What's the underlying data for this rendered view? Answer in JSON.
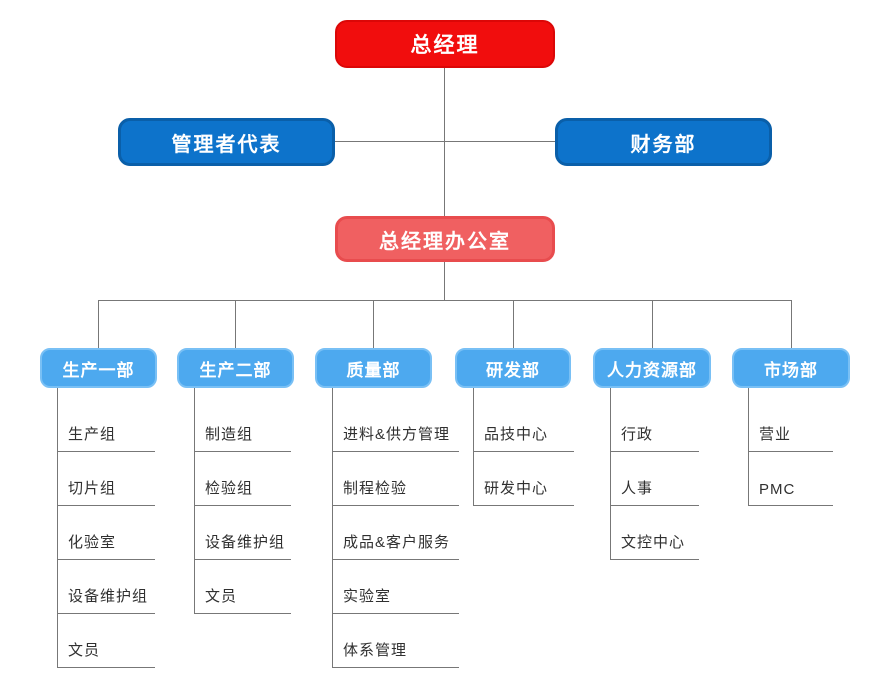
{
  "org": {
    "root": {
      "label": "总经理"
    },
    "management_rep": {
      "label": "管理者代表"
    },
    "finance": {
      "label": "财务部"
    },
    "office": {
      "label": "总经理办公室"
    },
    "departments": [
      {
        "label": "生产一部",
        "items": [
          "生产组",
          "切片组",
          "化验室",
          "设备维护组",
          "文员"
        ]
      },
      {
        "label": "生产二部",
        "items": [
          "制造组",
          "检验组",
          "设备维护组",
          "文员"
        ]
      },
      {
        "label": "质量部",
        "items": [
          "进料&供方管理",
          "制程检验",
          "成品&客户服务",
          "实验室",
          "体系管理"
        ]
      },
      {
        "label": "研发部",
        "items": [
          "品技中心",
          "研发中心"
        ]
      },
      {
        "label": "人力资源部",
        "items": [
          "行政",
          "人事",
          "文控中心"
        ]
      },
      {
        "label": "市场部",
        "items": [
          "营业",
          "PMC"
        ]
      }
    ]
  },
  "colors": {
    "root_bg": "#F10D0D",
    "root_border": "#DB0707",
    "l2_bg": "#0D73CB",
    "l2_border": "#0A5FA9",
    "office_bg": "#F06061",
    "office_border": "#E84C4E",
    "dept_bg": "#4DA9EF",
    "dept_border": "#79C0F5",
    "line": "#777777",
    "text_light": "#FFFFFF",
    "text_dark": "#303030"
  }
}
